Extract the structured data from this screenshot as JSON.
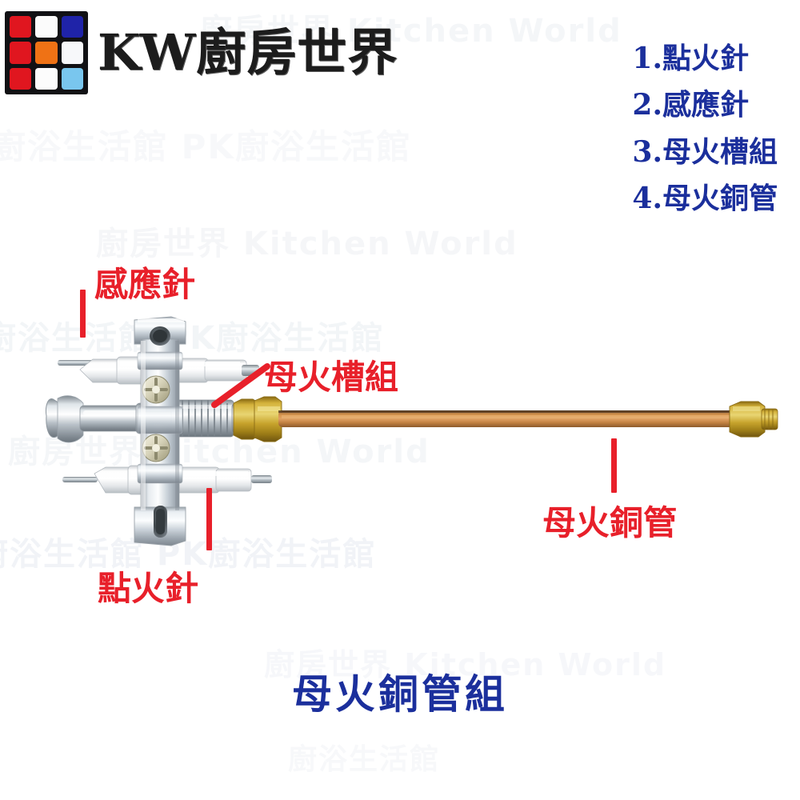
{
  "brand": {
    "logo_text": "KW廚房世界",
    "logo_icon": "rubiks-cube-grid-icon",
    "cube_colors": [
      "#e0161f",
      "#fbfbfb",
      "#1f23a8",
      "#e0161f",
      "#ef7215",
      "#f7f8fa",
      "#e0161f",
      "#fcfcfc",
      "#79c6ee"
    ]
  },
  "parts_list": {
    "items": [
      {
        "num": "1.",
        "label": "點火針"
      },
      {
        "num": "2.",
        "label": "感應針"
      },
      {
        "num": "3.",
        "label": "母火槽組"
      },
      {
        "num": "4.",
        "label": "母火銅管"
      }
    ]
  },
  "annotations": {
    "sensor_pin": "感應針",
    "pilot_assembly": "母火槽組",
    "ignition_pin": "點火針",
    "copper_tube": "母火銅管"
  },
  "caption": "母火銅管組",
  "watermarks": {
    "line1": "廚房世界  Kitchen World",
    "line2": "廚浴生活館 PK廚浴生活館",
    "line3": "廚房世界  Kitchen World",
    "line4": "廚浴生活館 PK廚浴生活館",
    "line5": "廚房世界 Kitchen World",
    "line6": "廚浴生活館 PK廚浴生活館",
    "line7": "廚房世界 Kitchen World",
    "line8": "廚浴生活館"
  },
  "colors": {
    "accent_red": "#e8202a",
    "accent_blue": "#1b2f9c",
    "copper": "#c97f3c",
    "brass": "#c9a227",
    "steel": "#cdd3d9",
    "background": "#ffffff"
  },
  "product": {
    "name": "母火銅管組",
    "components": [
      "pilot-burner-head",
      "ignition-electrode",
      "sensor-electrode",
      "galvanized-bracket",
      "threaded-body",
      "brass-compression-nut",
      "copper-tube",
      "brass-flare-fitting"
    ]
  }
}
